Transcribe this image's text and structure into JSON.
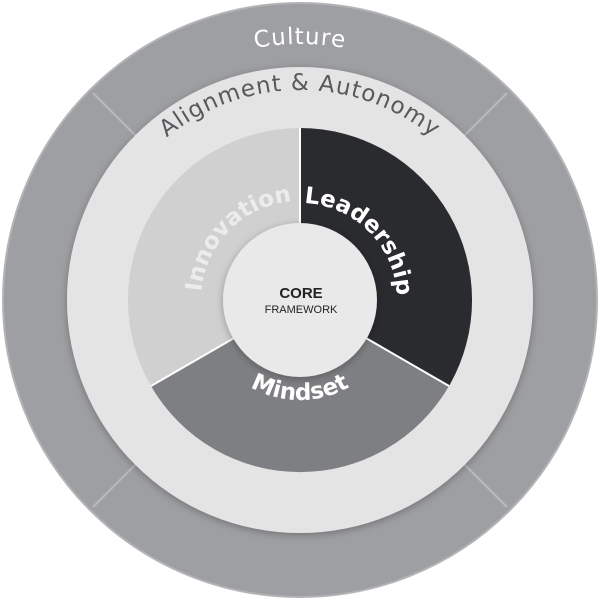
{
  "outer_ring": {
    "label": "Culture",
    "color": "#9e9fa2",
    "text_color": "#ffffff"
  },
  "middle_ring": {
    "label": "Alignment & Autonomy",
    "color": "#e4e4e5",
    "text_color": "#58595c"
  },
  "segments": [
    {
      "label": "Innovation",
      "color": "#d0d0d1",
      "text_color": "#ececec"
    },
    {
      "label": "Leadership",
      "color": "#2a2b2e",
      "text_color": "#ffffff"
    },
    {
      "label": "Mindset",
      "color": "#7e7f82",
      "text_color": "#ffffff"
    }
  ],
  "center": {
    "title": "CORE",
    "subtitle": "FRAMEWORK",
    "color": "#e9e9ea",
    "text_color": "#222222"
  }
}
